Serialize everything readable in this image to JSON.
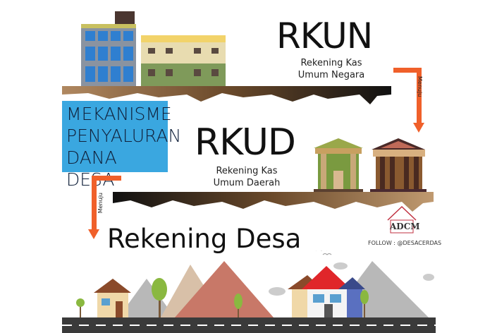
{
  "rkun": {
    "title": "RKUN",
    "line1": "Rekening Kas",
    "line2": "Umum Negara"
  },
  "rkud": {
    "title": "RKUD",
    "line1": "Rekening Kas",
    "line2": "Umum Daerah"
  },
  "main_title": {
    "line1": "MEKANISME",
    "line2": "PENYALURAN",
    "line3": "DANA DESA"
  },
  "arrow_label": "Menuju",
  "rekening_desa": "Rekening Desa",
  "logo": {
    "text": "ADCM",
    "follow": "FOLLOW : @DESACERDAS"
  },
  "colors": {
    "title_box": "#3aa7e0",
    "arrow": "#f0602a",
    "ground": "#6b4a2b"
  }
}
